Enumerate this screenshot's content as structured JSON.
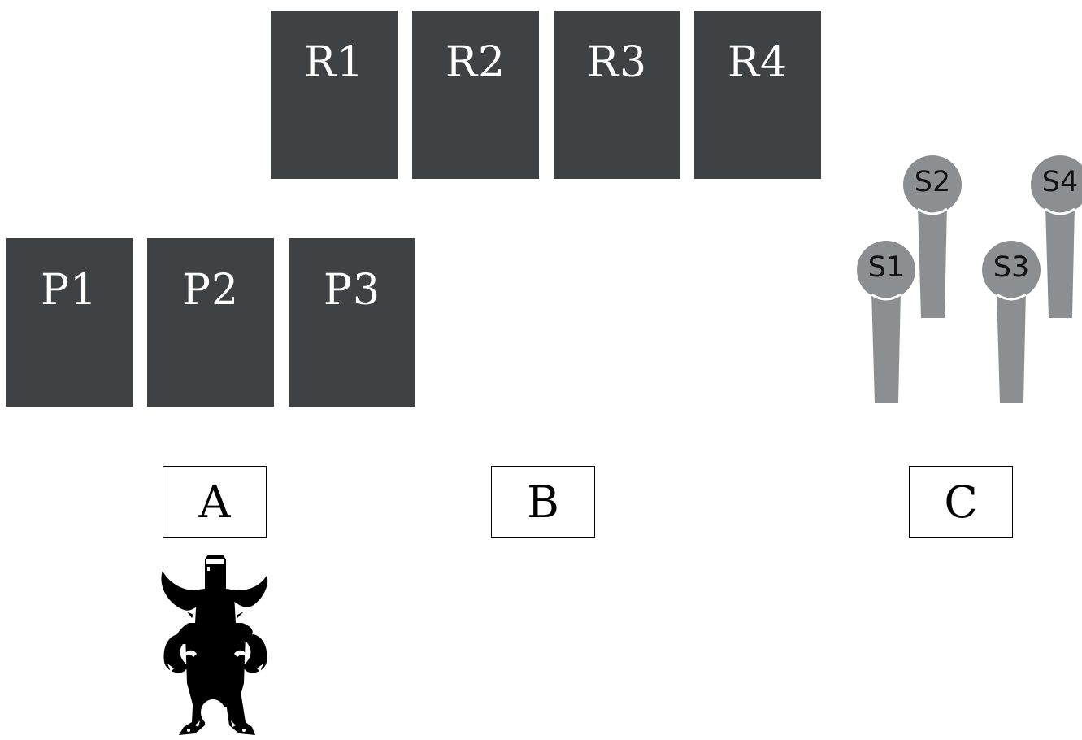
{
  "scene": {
    "colors": {
      "card": "#3f4245",
      "card_text": "#ffffff",
      "mic": "#8c8f92",
      "zone_border": "#000000",
      "character": "#000000"
    }
  },
  "r_cards": [
    {
      "label": "R1"
    },
    {
      "label": "R2"
    },
    {
      "label": "R3"
    },
    {
      "label": "R4"
    }
  ],
  "p_cards": [
    {
      "label": "P1"
    },
    {
      "label": "P2"
    },
    {
      "label": "P3"
    }
  ],
  "zones": [
    {
      "label": "A"
    },
    {
      "label": "B"
    },
    {
      "label": "C"
    }
  ],
  "mics": [
    {
      "label": "S1"
    },
    {
      "label": "S2"
    },
    {
      "label": "S3"
    },
    {
      "label": "S4"
    }
  ],
  "character": {
    "icon": "cowboy-silhouette-icon"
  }
}
